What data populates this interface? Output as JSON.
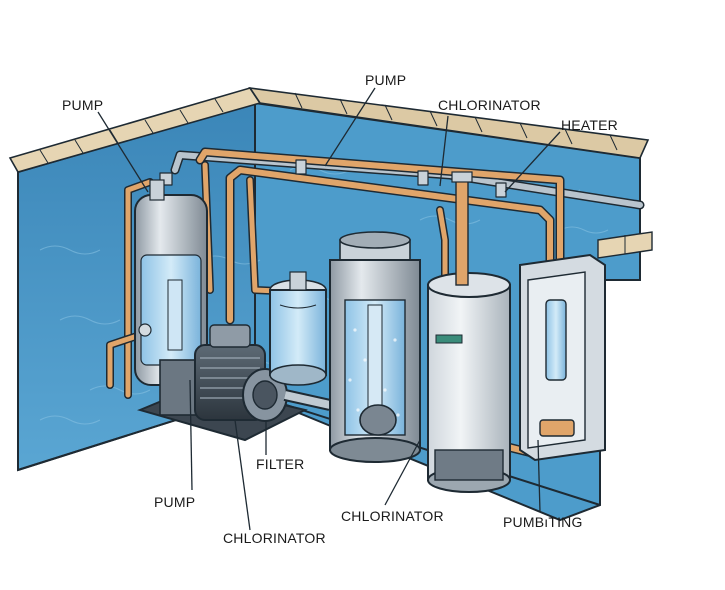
{
  "labels": {
    "pump_top_left": "PUMP",
    "pump_top_center": "PUMP",
    "chlorinator_top": "CHLORINATOR",
    "heater": "HEATER",
    "filter": "FILTER",
    "pump_bottom": "PUMP",
    "chlorinator_bottom_left": "CHLORINATOR",
    "chlorinator_bottom_center": "CHLORINATOR",
    "plumbing": "PUMBıTING"
  },
  "colors": {
    "pool_water": "#3f8fc0",
    "pool_water_light": "#6fb4dc",
    "coping_stone": "#e6d5b3",
    "copper_pipe": "#e0a56a",
    "steel": "#b9c2ca",
    "tank_water": "#a9d4ee",
    "outline": "#1e2a33"
  }
}
